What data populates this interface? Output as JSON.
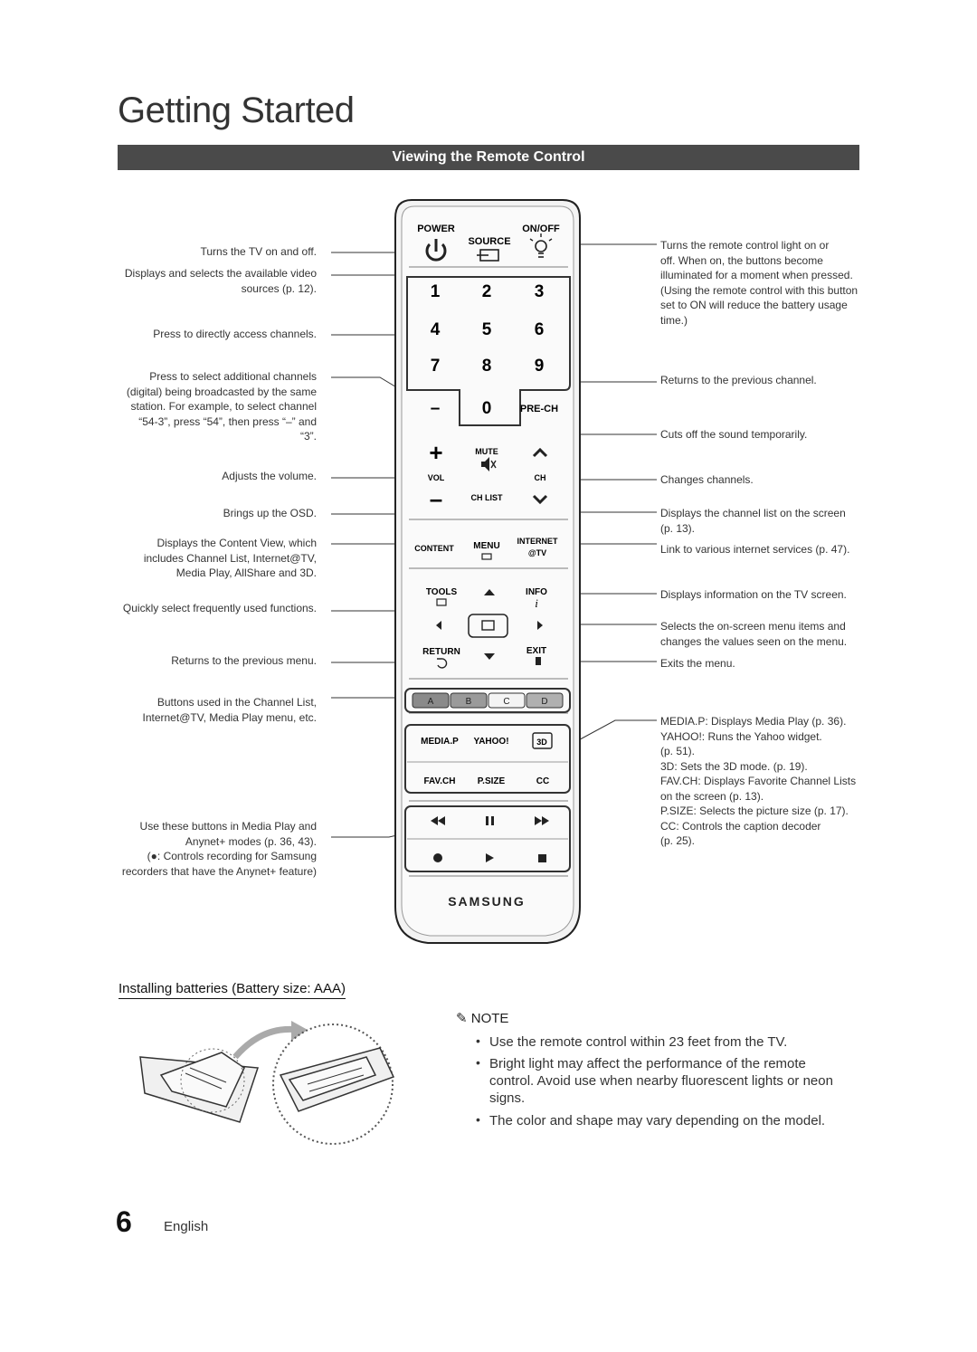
{
  "header": {
    "section": "Getting Started",
    "subsection": "Viewing the Remote Control"
  },
  "labels_left": [
    {
      "id": "power",
      "lines": [
        "Turns the TV on and off."
      ]
    },
    {
      "id": "source",
      "lines": [
        "Displays and selects the available video",
        "sources (p. 12)."
      ]
    },
    {
      "id": "numbers",
      "lines": [
        "Press to directly access channels."
      ]
    },
    {
      "id": "dash",
      "lines": [
        "Press to select additional channels",
        "(digital) being broadcasted by the same",
        "station. For example, to select channel",
        "“54-3”, press “54”, then press “–” and",
        "“3”."
      ]
    },
    {
      "id": "volume",
      "lines": [
        "Adjusts the volume."
      ]
    },
    {
      "id": "osd",
      "lines": [
        "Brings up the OSD."
      ]
    },
    {
      "id": "content",
      "lines": [
        "Displays the Content View, which",
        "includes Channel List, Internet@TV,",
        "Media Play, AllShare and 3D."
      ]
    },
    {
      "id": "tools",
      "lines": [
        "Quickly select frequently used functions."
      ]
    },
    {
      "id": "return",
      "lines": [
        "Returns to the previous menu."
      ]
    },
    {
      "id": "abcd",
      "lines": [
        "Buttons used in the Channel List,",
        "Internet@TV, Media Play menu, etc."
      ]
    },
    {
      "id": "media",
      "lines": [
        "Use these buttons in Media Play and",
        "Anynet+ modes (p. 36, 43).",
        "(●: Controls recording for Samsung",
        "recorders that have the Anynet+ feature)"
      ]
    }
  ],
  "labels_right": [
    {
      "id": "onoff",
      "lines": [
        "Turns the remote control light on or",
        "off. When on, the buttons become",
        "illuminated for a moment when pressed.",
        "(Using the remote control with this button",
        "set to ON will reduce the battery usage",
        "time.)"
      ]
    },
    {
      "id": "prech",
      "lines": [
        "Returns to the previous channel."
      ]
    },
    {
      "id": "mute",
      "lines": [
        "Cuts off the sound temporarily."
      ]
    },
    {
      "id": "ch",
      "lines": [
        "Changes channels."
      ]
    },
    {
      "id": "chlist",
      "lines": [
        "Displays the channel list on the screen",
        "(p. 13)."
      ]
    },
    {
      "id": "internet",
      "lines": [
        "Link to various internet services (p. 47)."
      ]
    },
    {
      "id": "info",
      "lines": [
        "Displays information on the TV screen."
      ]
    },
    {
      "id": "arrows",
      "lines": [
        "Selects the on-screen menu items and",
        "changes the values seen on the menu."
      ]
    },
    {
      "id": "exit",
      "lines": [
        "Exits the menu."
      ]
    },
    {
      "id": "fn",
      "lines": [
        "MEDIA.P: Displays Media Play (p. 36).",
        "YAHOO!: Runs the Yahoo widget.",
        "(p. 51).",
        "3D: Sets the 3D mode. (p. 19).",
        "FAV.CH: Displays Favorite Channel Lists",
        "on the screen (p. 13).",
        "P.SIZE: Selects the picture size (p. 17).",
        "CC: Controls the caption decoder",
        "(p. 25)."
      ]
    }
  ],
  "remote": {
    "power": "POWER",
    "onoff": "ON/OFF",
    "source": "SOURCE",
    "digits": [
      "1",
      "2",
      "3",
      "4",
      "5",
      "6",
      "7",
      "8",
      "9"
    ],
    "dash": "–",
    "zero": "0",
    "prech": "PRE-CH",
    "plus": "+",
    "minus": "–",
    "mute": "MUTE",
    "vol": "VOL",
    "ch": "CH",
    "chlist": "CH LIST",
    "content": "CONTENT",
    "menu": "MENU",
    "internet": "INTERNET",
    "attv": "@TV",
    "tools": "TOOLS",
    "info": "INFO",
    "return": "RETURN",
    "exit": "EXIT",
    "colors": [
      "A",
      "B",
      "C",
      "D"
    ],
    "mediap": "MEDIA.P",
    "yahoo": "YAHOO!",
    "favch": "FAV.CH",
    "psize": "P.SIZE",
    "cc": "CC",
    "brand": "SAMSUNG"
  },
  "batteries": {
    "caption": "Installing batteries (Battery size: AAA)"
  },
  "note": {
    "heading": "NOTE",
    "bullets": [
      [
        "Use the remote control within 23 feet from the TV."
      ],
      [
        "Bright light may affect the performance of the remote",
        "control. Avoid use when nearby fluorescent lights or neon",
        "signs."
      ],
      [
        "The color and shape may vary depending on the model."
      ]
    ]
  },
  "footer": {
    "page": "6",
    "language": "English"
  }
}
